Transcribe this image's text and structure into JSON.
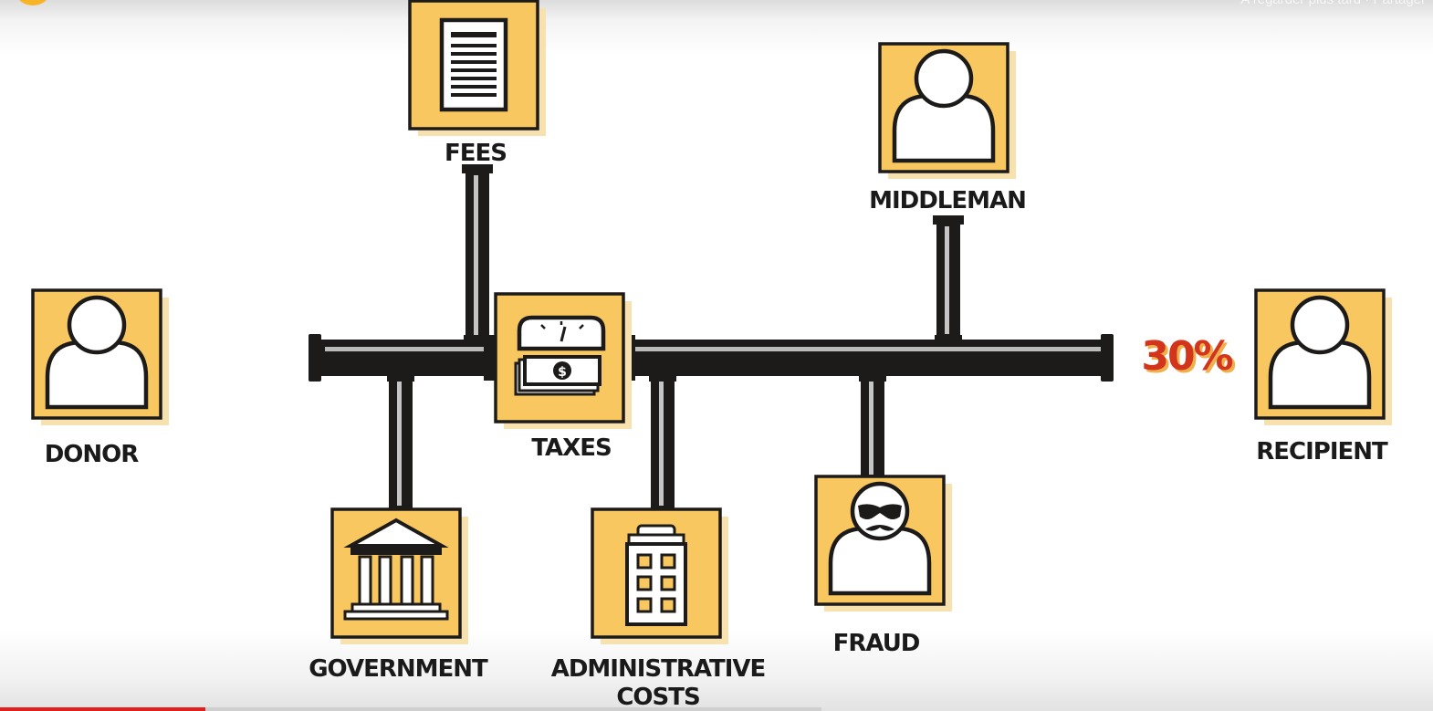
{
  "topbar": {
    "watch_later_share": "A regarder plus tard · Partager"
  },
  "diagram": {
    "donor": "DONOR",
    "recipient": "RECIPIENT",
    "percentage": "30%",
    "fees": "FEES",
    "middleman": "MIDDLEMAN",
    "taxes": "TAXES",
    "government": "GOVERNMENT",
    "admin_line1": "ADMINISTRATIVE",
    "admin_line2": "COSTS",
    "fraud": "FRAUD",
    "dollar_sign": "$"
  },
  "icons": [
    "person-icon",
    "document-icon",
    "scale-money-icon",
    "government-building-icon",
    "office-building-icon",
    "fraud-person-icon"
  ],
  "colors": {
    "tile": "#f8c75f",
    "tile_shadow": "#f7e1ae",
    "pipe": "#1d1b1a",
    "percent": "#d3341c",
    "percent_shadow": "#f0b14d"
  },
  "video": {
    "progress": 0.25
  }
}
